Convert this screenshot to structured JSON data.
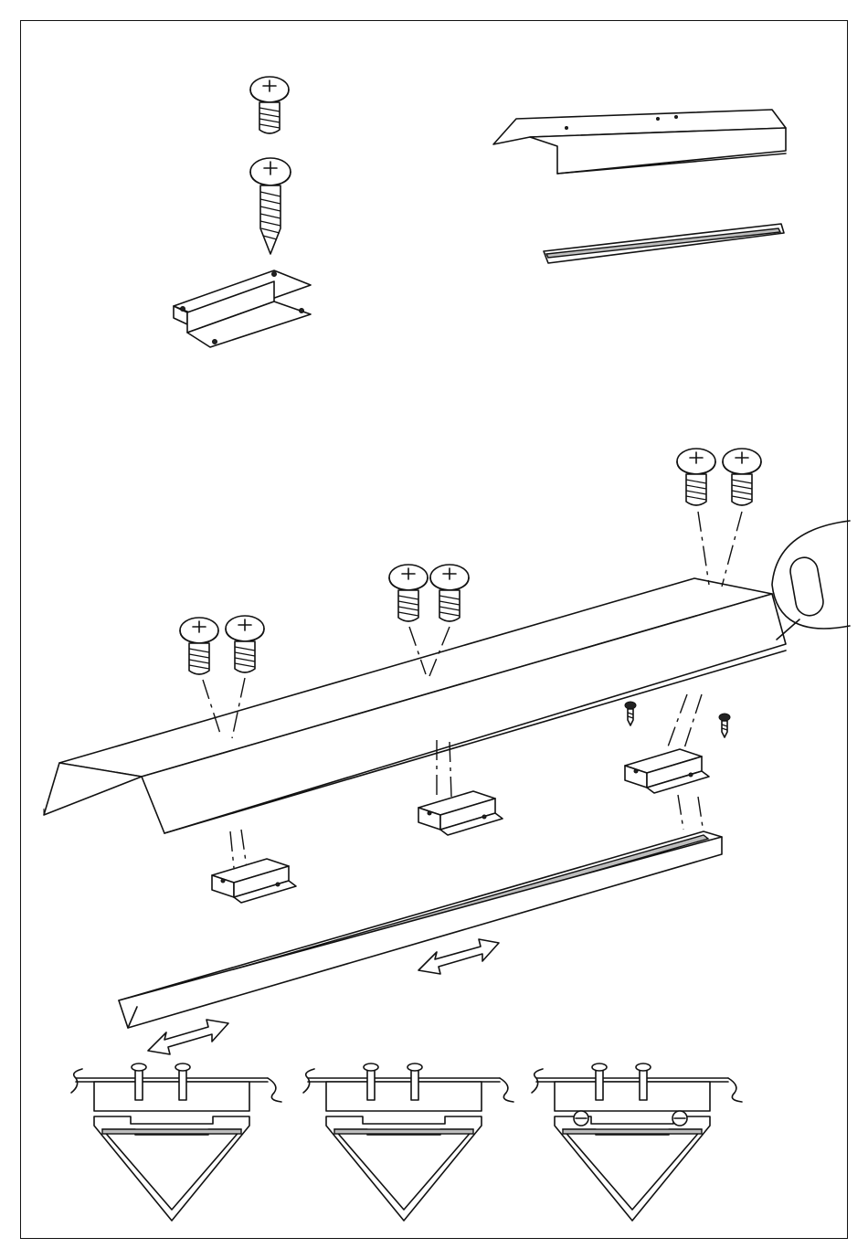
{
  "figure": {
    "parts_legend": {
      "items": [
        "screw-short",
        "screw-tapping",
        "mounting-bracket",
        "cover-profile",
        "diffuser-strip"
      ]
    },
    "exploded_view": {
      "items": [
        "cover-profile",
        "screws",
        "mounting-brackets",
        "diffuser-strip",
        "slot-detail",
        "slide-arrows"
      ]
    },
    "section_steps": {
      "count": 3
    }
  }
}
